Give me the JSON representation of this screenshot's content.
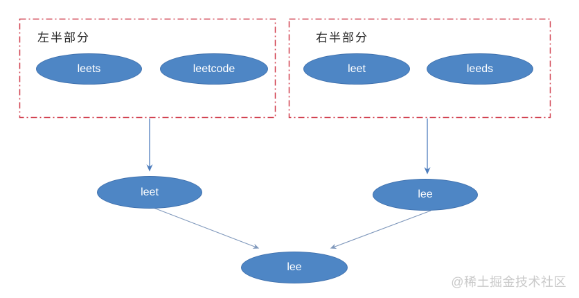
{
  "diagram": {
    "groups": [
      {
        "id": "group-left",
        "label": "左半部分",
        "nodes": [
          {
            "id": "left-child-1",
            "label": "leets"
          },
          {
            "id": "left-child-2",
            "label": "leetcode"
          }
        ]
      },
      {
        "id": "group-right",
        "label": "右半部分",
        "nodes": [
          {
            "id": "right-child-1",
            "label": "leet"
          },
          {
            "id": "right-child-2",
            "label": "leeds"
          }
        ]
      }
    ],
    "merge_nodes": [
      {
        "id": "merge-left",
        "label": "leet"
      },
      {
        "id": "merge-right",
        "label": "lee"
      }
    ],
    "root_node": {
      "id": "root",
      "label": "lee"
    },
    "edges": [
      {
        "from": "group-left",
        "to": "merge-left"
      },
      {
        "from": "group-right",
        "to": "merge-right"
      },
      {
        "from": "merge-left",
        "to": "root"
      },
      {
        "from": "merge-right",
        "to": "root"
      }
    ],
    "colors": {
      "node_fill": "#4e86c5",
      "node_border": "#3f70ad",
      "node_text": "#ffffff",
      "group_border": "#d03d4c",
      "arrow": "#4d7dbd",
      "arrow_muted": "#7e97bb",
      "label_text": "#262626",
      "watermark_text": "#c9c9c9"
    }
  },
  "watermark": "@稀土掘金技术社区"
}
